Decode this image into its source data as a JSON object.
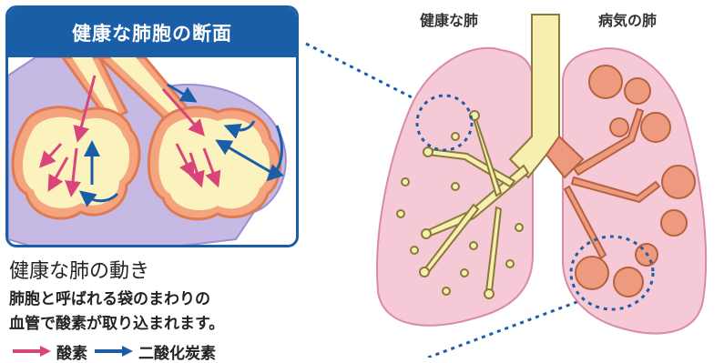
{
  "panel": {
    "title": "健康な肺胞の断面"
  },
  "caption": {
    "heading": "健康な肺の動き",
    "line1": "肺胞と呼ばれる袋のまわりの",
    "line2": "血管で酸素が取り込まれます。"
  },
  "legend": [
    {
      "label": "酸素",
      "color": "#d9457b",
      "icon": "arrow-right-icon"
    },
    {
      "label": "二酸化炭素",
      "color": "#1a5ea8",
      "icon": "arrow-right-icon"
    }
  ],
  "lungs": {
    "healthy_label": "健康な肺",
    "diseased_label": "病気の肺"
  },
  "colors": {
    "accent_blue": "#1a5ea8",
    "oxygen_pink": "#d9457b",
    "lung_fill": "#f6c9d6",
    "airway_yellow": "#f7efb0",
    "damaged_salmon": "#ee9a7e"
  }
}
